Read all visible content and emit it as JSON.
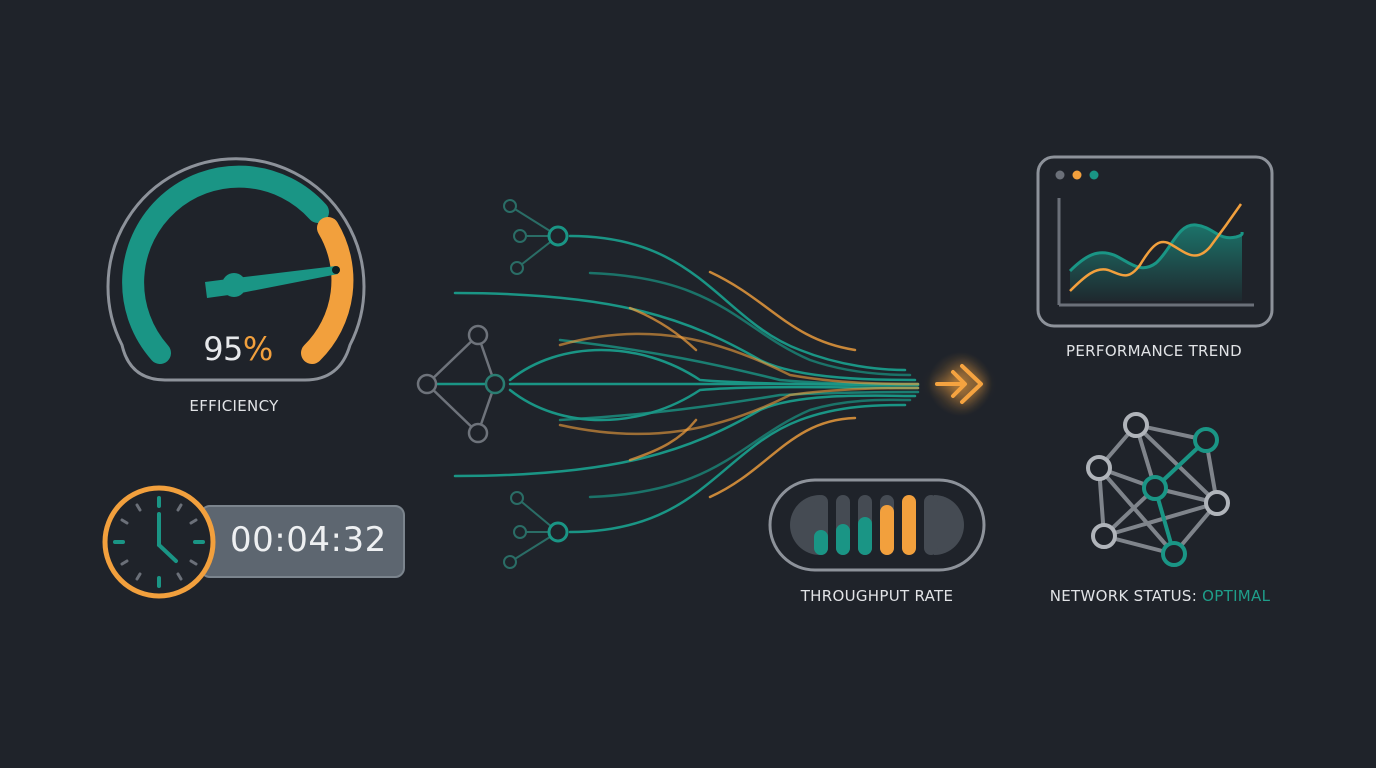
{
  "colors": {
    "background": "#1f232a",
    "teal": "#1a9585",
    "orange": "#f2a03d",
    "gray_outline": "#8b9097",
    "dark_track": "#454b53",
    "text": "#e1e3e6"
  },
  "efficiency": {
    "value_number": "95",
    "value_unit": "%",
    "label": "EFFICIENCY",
    "percent": 95
  },
  "timer": {
    "value": "00:04:32",
    "icon": "clock-icon"
  },
  "flow": {
    "output_icon": "double-chevron-right-icon",
    "source_icons": [
      "node-cluster-icon",
      "network-graph-icon",
      "node-cluster-icon"
    ]
  },
  "throughput": {
    "label": "THROUGHPUT RATE",
    "bars": [
      {
        "fill": 0.35,
        "color": "teal"
      },
      {
        "fill": 0.5,
        "color": "teal"
      },
      {
        "fill": 0.65,
        "color": "teal"
      },
      {
        "fill": 0.85,
        "color": "orange"
      },
      {
        "fill": 1.0,
        "color": "orange"
      },
      {
        "fill": 0,
        "color": "gray"
      }
    ]
  },
  "performance": {
    "label": "PERFORMANCE TREND",
    "window_dots": [
      "#6b7079",
      "#f2a03d",
      "#1a9585"
    ]
  },
  "network": {
    "label_prefix": "NETWORK STATUS: ",
    "status": "OPTIMAL"
  }
}
